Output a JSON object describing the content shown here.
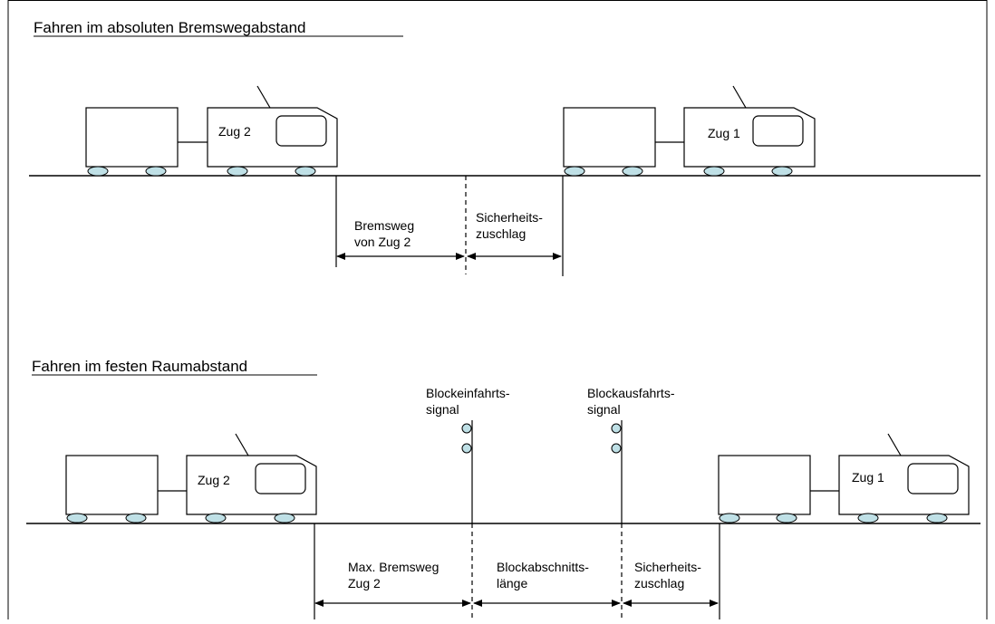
{
  "colors": {
    "line": "#000000",
    "wheel": "#bfe0e6",
    "background": "#ffffff"
  },
  "section1": {
    "title": "Fahren im absoluten Bremswegabstand",
    "train_rear": "Zug 2",
    "train_front": "Zug 1",
    "label_brake_1": "Bremsweg",
    "label_brake_2": "von Zug 2",
    "label_safety_1": "Sicherheits-",
    "label_safety_2": "zuschlag"
  },
  "section2": {
    "title": "Fahren im festen Raumabstand",
    "train_rear": "Zug 2",
    "train_front": "Zug 1",
    "signal_entry_1": "Blockeinfahrts-",
    "signal_entry_2": "signal",
    "signal_exit_1": "Blockausfahrts-",
    "signal_exit_2": "signal",
    "label_brake_1": "Max. Bremsweg",
    "label_brake_2": "Zug 2",
    "label_block_1": "Blockabschnitts-",
    "label_block_2": "länge",
    "label_safety_1": "Sicherheits-",
    "label_safety_2": "zuschlag"
  }
}
